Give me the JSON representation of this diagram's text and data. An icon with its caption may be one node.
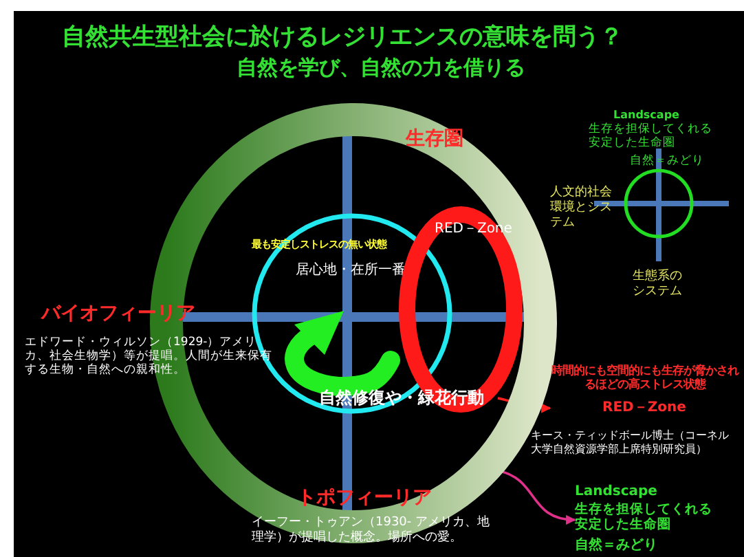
{
  "diagram": {
    "title": "自然共生型社会に於けるレジリエンスの意味を問う？",
    "nodes": [
      {
        "text": [
          "生存圏"
        ]
      },
      {
        "text": [
          "最も安定しストレスの無い状態",
          "居心地・在所一番"
        ],
        "in": 0
      },
      {
        "text": [
          "RED－Zone"
        ],
        "in": 0
      },
      {
        "text": [
          "時間的にも空間的にも生存が脅かされるほどの高ストレス状態",
          "RED－Zone"
        ]
      },
      {
        "text": [
          "Landscape",
          "生存を担保してくれる安定した生命圏",
          "自然＝みどり"
        ]
      }
    ],
    "edges": [
      {
        "from": 2,
        "to": 3,
        "arrow": "to",
        "color": "#ff2020"
      },
      {
        "from": 0,
        "to": 4,
        "arrow": "to",
        "color": "#e0308a"
      }
    ],
    "labels": [
      "自然を学び、自然の力を借りる",
      "Landscape",
      "生存を担保してくれる安定した生命圏",
      "自然＝みどり",
      "人文的社会環境とシステム",
      "生態系のシステム",
      "バイオフィーリア",
      "エドワード・ウィルソン（1929-）アメリカ、社会生物学）等が提唱。人間が生来保有する生物・自然への親和性。",
      "自然修復や・緑花行動",
      "トポフィーリア",
      "イーフー・トゥアン（1930- アメリカ、地理学）が提唱した概念。場所への愛。",
      "キース・ティッドボール博士（コーネル大学自然資源学部上席特別研究員）"
    ]
  }
}
